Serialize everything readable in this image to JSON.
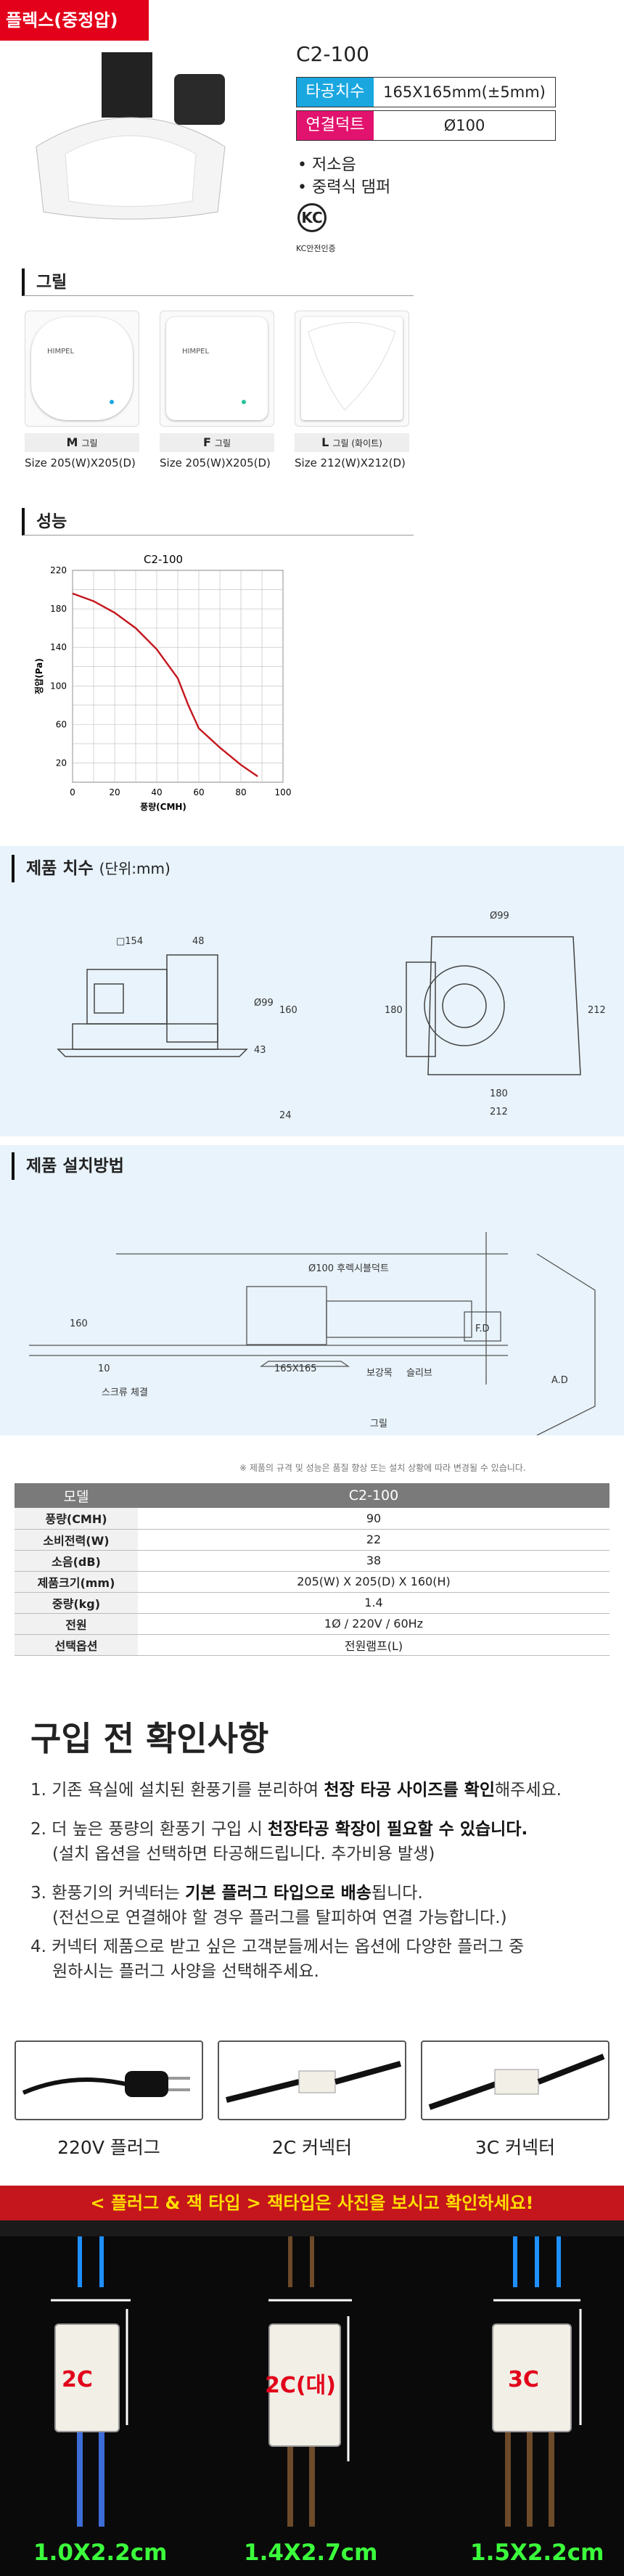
{
  "header": {
    "tag": "플렉스(중정압)",
    "model": "C2-100",
    "specs": [
      {
        "k": "타공치수",
        "v": "165X165mm(±5mm)",
        "color": "#1aa7e0"
      },
      {
        "k": "연결덕트",
        "v": "Ø100",
        "color": "#e2136e"
      }
    ],
    "features": [
      "저소음",
      "중력식 댐퍼"
    ],
    "kc_mark": "KC",
    "kc_caption": "KC안전인증"
  },
  "grill": {
    "title": "그릴",
    "items": [
      {
        "letter": "M",
        "name": "그릴",
        "size": "Size 205(W)X205(D)",
        "brand": "HIMPEL"
      },
      {
        "letter": "F",
        "name": "그릴",
        "size": "Size 205(W)X205(D)",
        "brand": "HIMPEL"
      },
      {
        "letter": "L",
        "name": "그릴 (화이트)",
        "size": "Size 212(W)X212(D)",
        "brand": ""
      }
    ]
  },
  "performance": {
    "title": "성능"
  },
  "chart_data": {
    "type": "line",
    "title": "C2-100",
    "xlabel": "풍량(CMH)",
    "ylabel": "정압(Pa)",
    "xlim": [
      0,
      100
    ],
    "ylim": [
      0,
      220
    ],
    "x_ticks": [
      0,
      20,
      40,
      60,
      80,
      100
    ],
    "y_ticks": [
      20,
      60,
      100,
      140,
      180,
      220
    ],
    "grid": true,
    "series": [
      {
        "values": [
          [
            0,
            196
          ],
          [
            10,
            188
          ],
          [
            20,
            176
          ],
          [
            30,
            160
          ],
          [
            40,
            138
          ],
          [
            50,
            108
          ],
          [
            55,
            80
          ],
          [
            60,
            56
          ],
          [
            70,
            36
          ],
          [
            80,
            18
          ],
          [
            88,
            6
          ]
        ],
        "color": "#c4161c"
      }
    ]
  },
  "dims": {
    "title": "제품 치수",
    "unit": "(단위:mm)",
    "labels": [
      "□154",
      "48",
      "Ø99",
      "160",
      "43",
      "24",
      "Ø99",
      "180",
      "212",
      "180",
      "212"
    ]
  },
  "install": {
    "title": "제품 설치방법",
    "labels": [
      "Ø100 후렉시블덕트",
      "F.D",
      "A.D",
      "160",
      "10",
      "165X165",
      "보강목",
      "슬리브",
      "스크류 체결",
      "그릴"
    ]
  },
  "spec_note": "※ 제품의 규격 및 성능은 품질 향상 또는 설치 상황에 따라 변경될 수 있습니다.",
  "spec_table": {
    "head": [
      "모델",
      "C2-100"
    ],
    "rows": [
      [
        "풍량(CMH)",
        "90"
      ],
      [
        "소비전력(W)",
        "22"
      ],
      [
        "소음(dB)",
        "38"
      ],
      [
        "제품크기(mm)",
        "205(W) X 205(D) X 160(H)"
      ],
      [
        "중량(kg)",
        "1.4"
      ],
      [
        "전원",
        "1Ø / 220V / 60Hz"
      ],
      [
        "선택옵션",
        "전원램프(L)"
      ]
    ]
  },
  "purchase": {
    "title": "구입 전 확인사항",
    "n1a": "1. 기존 욕실에 설치된 환풍기를 분리하여 ",
    "n1b": "천장 타공 사이즈를 확인",
    "n1c": "해주세요.",
    "n2a": "2. 더 높은 풍량의 환풍기 구입 시 ",
    "n2b": "천장타공 확장이 필요할 수 있습니다.",
    "n2c": "(설치 옵션을 선택하면 타공해드립니다. 추가비용 발생)",
    "n3a": "3. 환풍기의 커넥터는 ",
    "n3b": "기본 플러그 타입으로 배송",
    "n3c": "됩니다.",
    "n3d": "(전선으로 연결해야 할 경우 플러그를 탈피하여 연결 가능합니다.)",
    "n4a": "4. 커넥터 제품으로 받고 싶은 고객분들께서는 옵션에 다양한 플러그 중",
    "n4b": "원하시는 플러그 사양을 선택해주세요."
  },
  "plugs": [
    "220V 플러그",
    "2C 커넥터",
    "3C 커넥터"
  ],
  "connector": {
    "banner": "< 플러그 & 잭 타입 > 잭타입은 사진을 보시고 확인하세요!",
    "items": [
      {
        "label": "2C",
        "size": "1.0X2.2cm"
      },
      {
        "label": "2C(대)",
        "size": "1.4X2.7cm"
      },
      {
        "label": "3C",
        "size": "1.5X2.2cm"
      }
    ]
  }
}
